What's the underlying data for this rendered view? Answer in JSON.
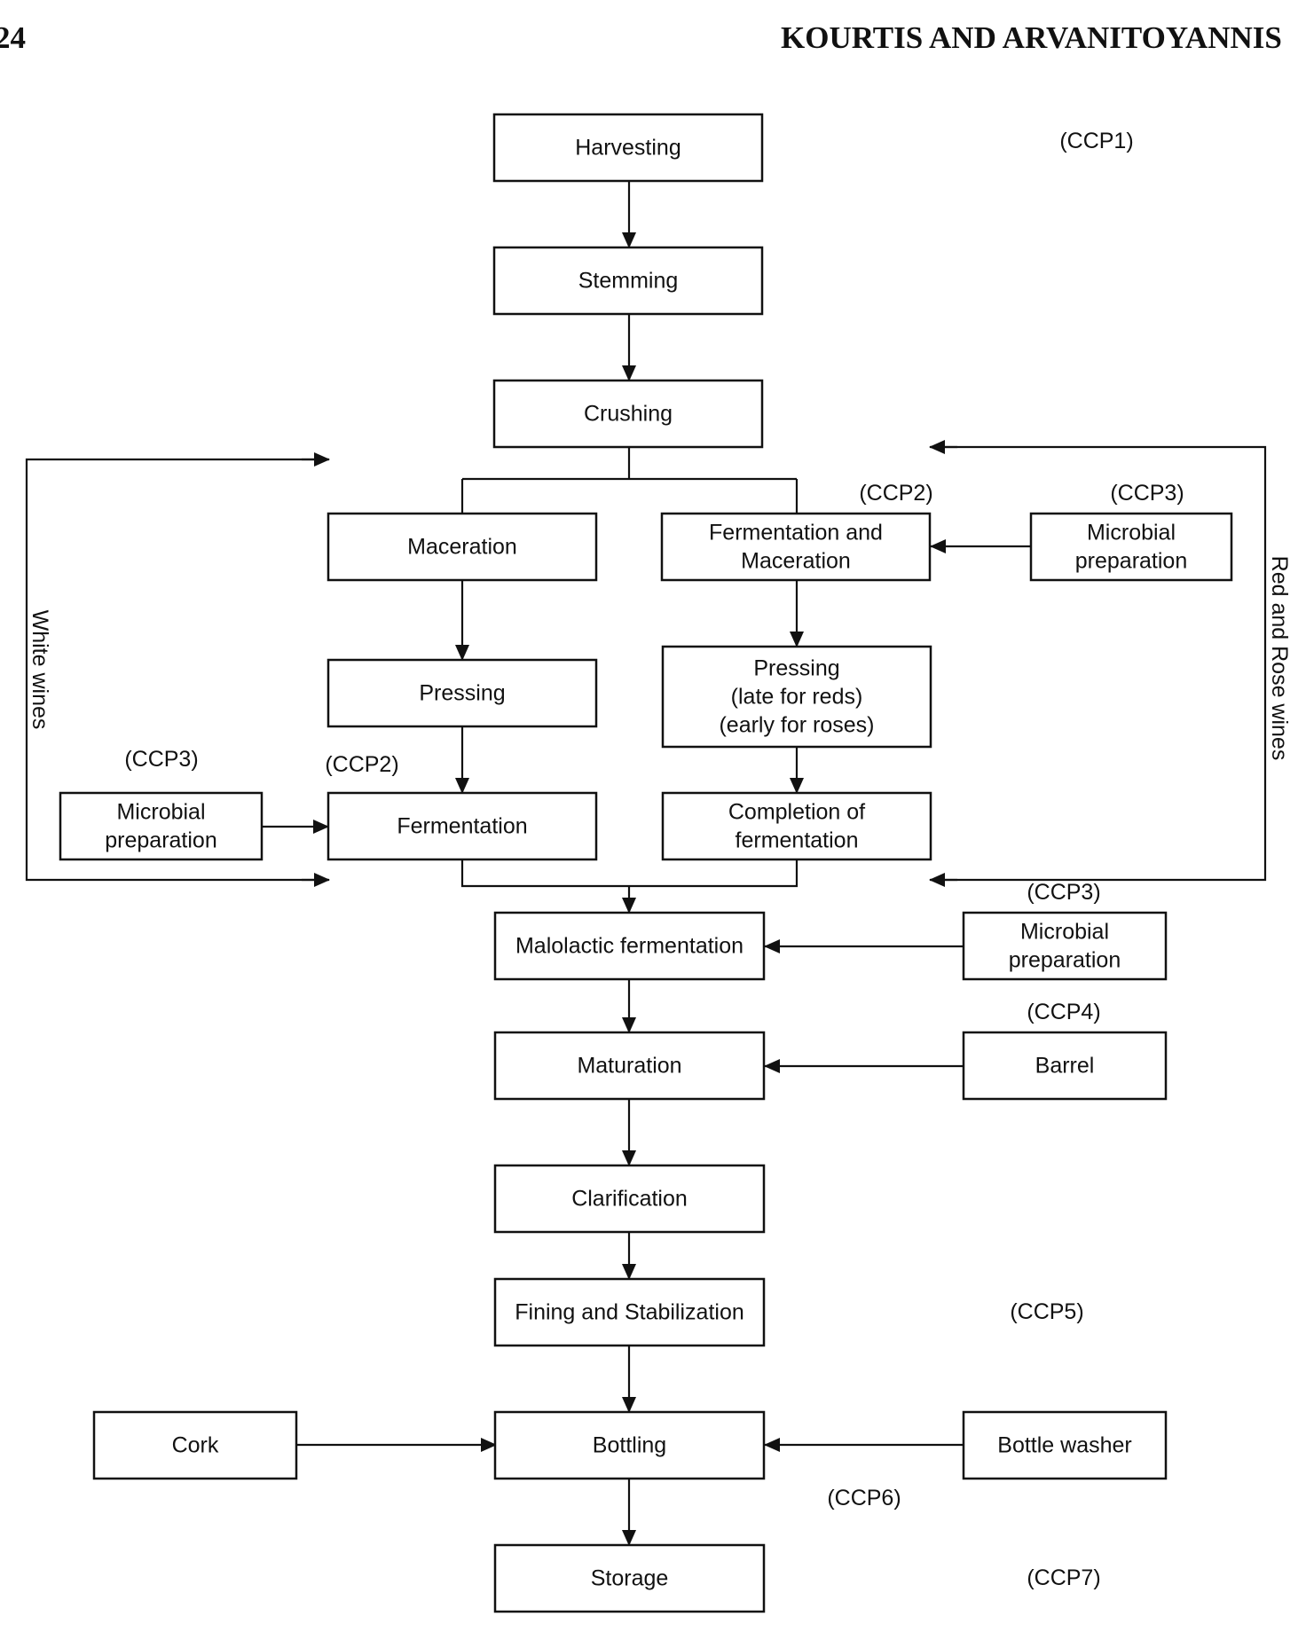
{
  "header": {
    "page_number": "24",
    "running_title": "KOURTIS AND ARVANITOYANNIS"
  },
  "nodes": {
    "harvesting": [
      "Harvesting"
    ],
    "stemming": [
      "Stemming"
    ],
    "crushing": [
      "Crushing"
    ],
    "maceration": [
      "Maceration"
    ],
    "ferm_maceration": [
      "Fermentation and",
      "Maceration"
    ],
    "microbial_prep_red": [
      "Microbial",
      "preparation"
    ],
    "pressing_white": [
      "Pressing"
    ],
    "pressing_red": [
      "Pressing",
      "(late for reds)",
      "(early for roses)"
    ],
    "microbial_prep_white": [
      "Microbial",
      "preparation"
    ],
    "fermentation": [
      "Fermentation"
    ],
    "completion": [
      "Completion of",
      "fermentation"
    ],
    "malolactic": [
      "Malolactic fermentation"
    ],
    "microbial_prep_malo": [
      "Microbial",
      "preparation"
    ],
    "maturation": [
      "Maturation"
    ],
    "barrel": [
      "Barrel"
    ],
    "clarification": [
      "Clarification"
    ],
    "fining": [
      "Fining and Stabilization"
    ],
    "cork": [
      "Cork"
    ],
    "bottling": [
      "Bottling"
    ],
    "bottle_washer": [
      "Bottle washer"
    ],
    "storage": [
      "Storage"
    ]
  },
  "ccp_labels": {
    "harvesting": "(CCP1)",
    "ferm_maceration": "(CCP2)",
    "microbial_prep_red": "(CCP3)",
    "microbial_prep_white": "(CCP3)",
    "fermentation": "(CCP2)",
    "microbial_prep_malo": "(CCP3)",
    "barrel": "(CCP4)",
    "fining": "(CCP5)",
    "bottling": "(CCP6)",
    "storage": "(CCP7)"
  },
  "branch_labels": {
    "white": "White wines",
    "red": "Red and Rose wines"
  }
}
